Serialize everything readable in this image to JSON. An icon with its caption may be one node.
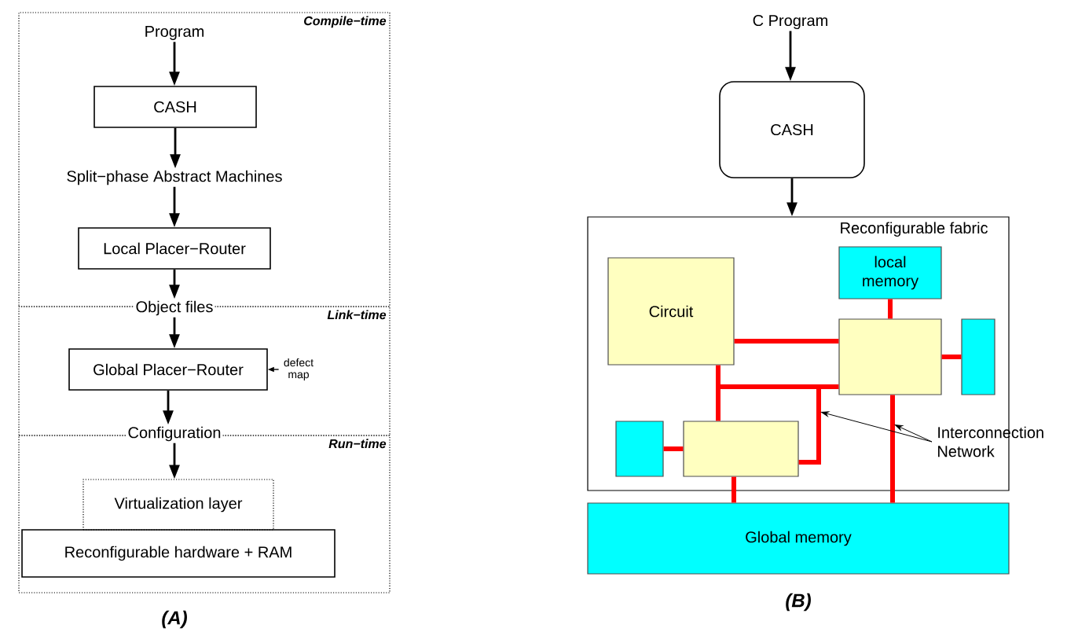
{
  "diagram": {
    "nodes": [
      {
        "text": [
          "Compile−time"
        ]
      },
      {
        "text": [
          "Program"
        ],
        "in": 0
      },
      {
        "text": [
          "CASH"
        ],
        "in": 0
      },
      {
        "text": [
          "Split−phase Abstract Machines"
        ],
        "in": 0
      },
      {
        "text": [
          "Local Placer−Router"
        ],
        "in": 0
      },
      {
        "text": [
          "Object files"
        ]
      },
      {
        "text": [
          "Link−time"
        ]
      },
      {
        "text": [
          "Global Placer−Router"
        ],
        "in": 6
      },
      {
        "text": [
          "defect map"
        ],
        "in": 6
      },
      {
        "text": [
          "Configuration"
        ]
      },
      {
        "text": [
          "Run−time"
        ]
      },
      {
        "text": [
          "Virtualization layer"
        ],
        "in": 10
      },
      {
        "text": [
          "Reconfigurable hardware + RAM"
        ],
        "in": 10
      },
      {
        "text": [
          "C Program"
        ]
      },
      {
        "text": [
          "CASH"
        ]
      },
      {
        "text": [
          "Reconfigurable fabric"
        ]
      },
      {
        "text": [
          "Circuit"
        ],
        "in": 15
      },
      {
        "text": [
          "local memory"
        ],
        "in": 15
      },
      {
        "text": [],
        "shape": "box",
        "in": 15
      },
      {
        "text": [],
        "shape": "box",
        "in": 15
      },
      {
        "text": [],
        "shape": "box",
        "in": 15
      },
      {
        "text": [],
        "shape": "box",
        "in": 15
      },
      {
        "text": [
          "Interconnection Network"
        ]
      },
      {
        "text": [
          "Global memory"
        ]
      }
    ],
    "edges": [
      {
        "from": 1,
        "to": 2,
        "arrow": "to"
      },
      {
        "from": 2,
        "to": 3,
        "arrow": "to"
      },
      {
        "from": 3,
        "to": 4,
        "arrow": "to"
      },
      {
        "from": 4,
        "to": 5,
        "arrow": "to"
      },
      {
        "from": 5,
        "to": 7,
        "arrow": "to"
      },
      {
        "from": 8,
        "to": 7,
        "arrow": "to"
      },
      {
        "from": 7,
        "to": 9,
        "arrow": "to"
      },
      {
        "from": 9,
        "to": 11,
        "arrow": "to"
      },
      {
        "from": 13,
        "to": 14,
        "arrow": "to"
      },
      {
        "from": 14,
        "to": 15,
        "arrow": "to"
      },
      {
        "from": 16,
        "to": 18,
        "arrow": "none",
        "style": "thick",
        "color": "#ff0000"
      },
      {
        "from": 17,
        "to": 18,
        "arrow": "none",
        "style": "thick",
        "color": "#ff0000"
      },
      {
        "from": 18,
        "to": 19,
        "arrow": "none",
        "style": "thick",
        "color": "#ff0000"
      },
      {
        "from": 20,
        "to": 21,
        "arrow": "none",
        "style": "thick",
        "color": "#ff0000"
      },
      {
        "from": 16,
        "to": 21,
        "arrow": "none",
        "style": "thick",
        "color": "#ff0000"
      },
      {
        "from": 18,
        "to": 21,
        "arrow": "none",
        "style": "thick",
        "color": "#ff0000"
      },
      {
        "from": 21,
        "to": 23,
        "arrow": "none",
        "style": "thick",
        "color": "#ff0000"
      },
      {
        "from": 18,
        "to": 23,
        "arrow": "none",
        "style": "thick",
        "color": "#ff0000"
      },
      {
        "from": 22,
        "to": null,
        "arrow": "to"
      },
      {
        "from": 22,
        "to": null,
        "arrow": "to"
      }
    ],
    "labels": [
      "(A)",
      "(B)"
    ]
  }
}
